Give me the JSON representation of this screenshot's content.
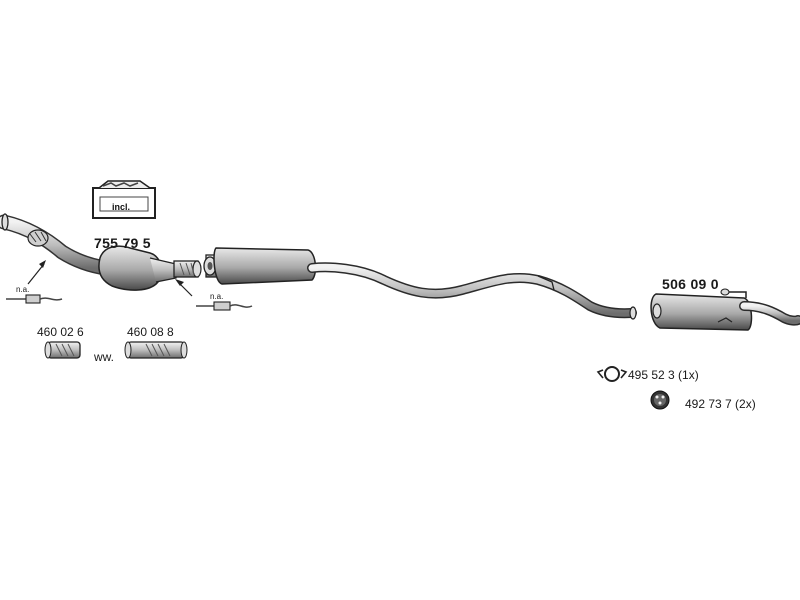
{
  "labels": {
    "incl": "incl.",
    "catalyst": "755 79 5",
    "na_left": "n.a.",
    "na_right": "n.a.",
    "repair_pipe_1": "460 02 6",
    "repair_pipe_2": "460 08 8",
    "ww": "ww.",
    "rear_silencer": "506 09 0",
    "clamp": "495 52 3 (1x)",
    "rubber_mount": "492 73 7 (2x)"
  }
}
